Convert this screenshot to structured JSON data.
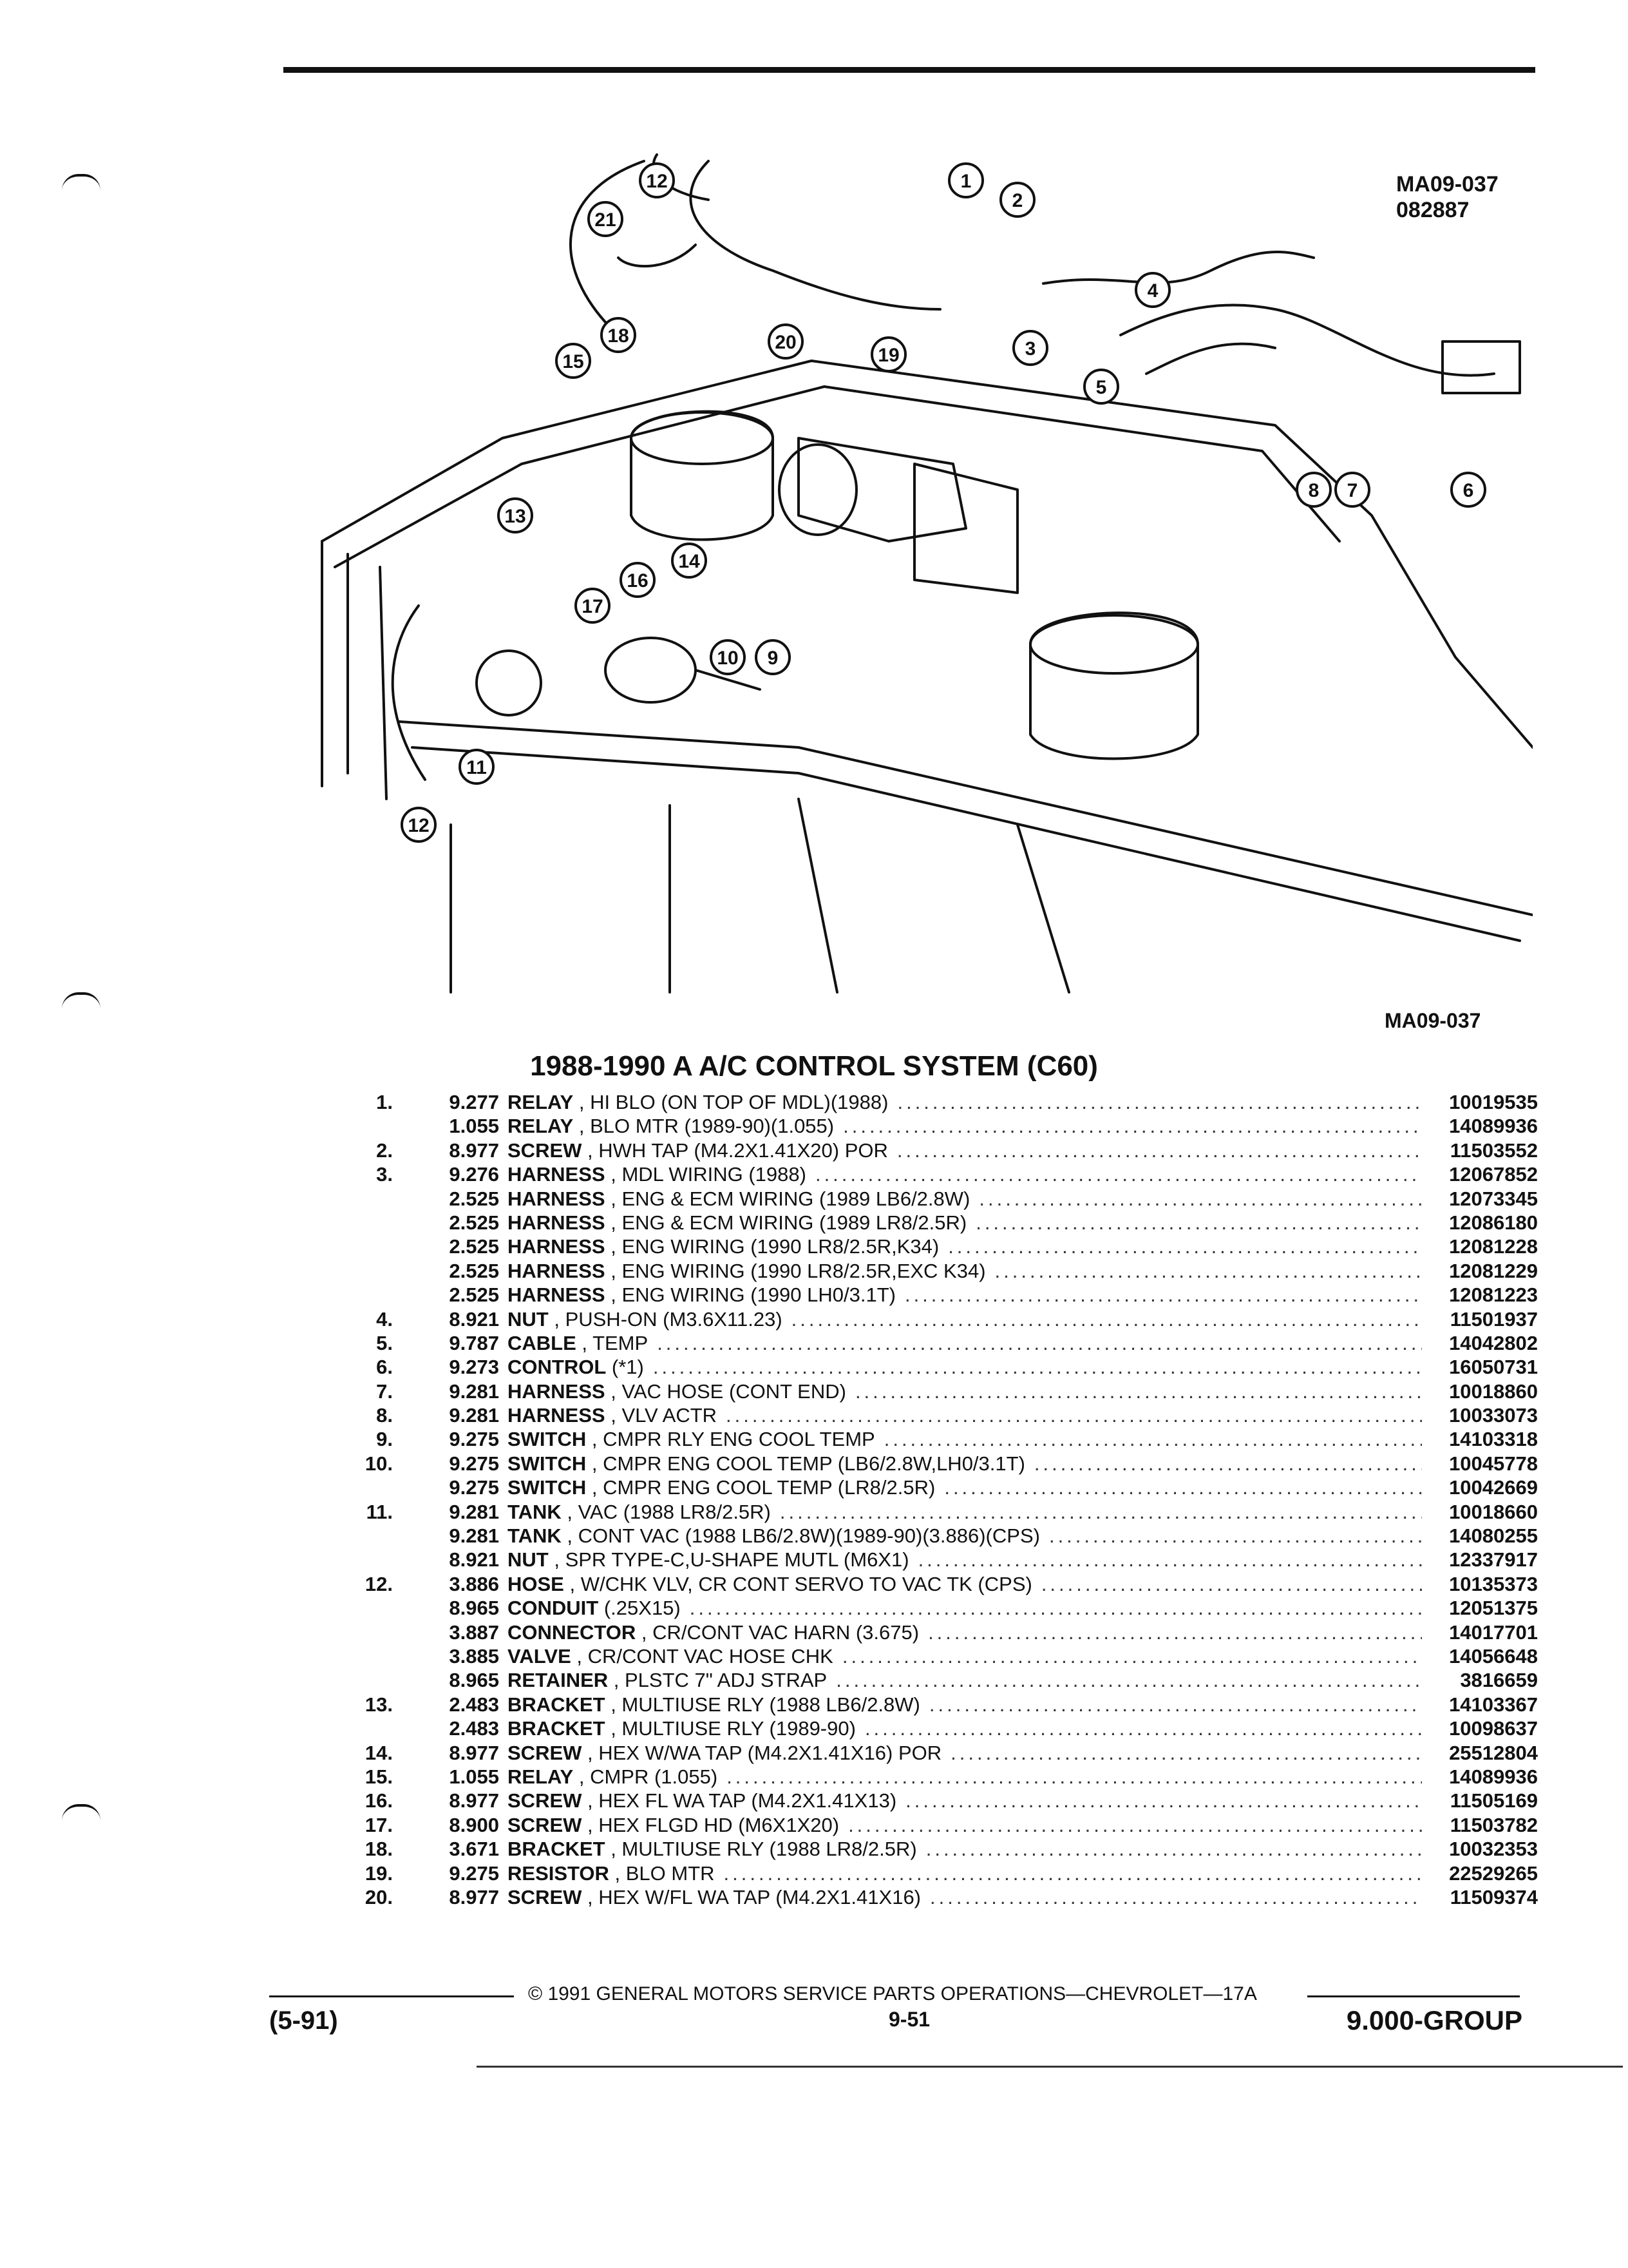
{
  "figure": {
    "id": "MA09-037",
    "date_code": "082887",
    "caption": "MA09-037",
    "callouts": [
      "1",
      "2",
      "3",
      "4",
      "5",
      "6",
      "7",
      "8",
      "9",
      "10",
      "11",
      "12",
      "12",
      "13",
      "14",
      "15",
      "16",
      "17",
      "18",
      "19",
      "20",
      "21"
    ]
  },
  "title": "1988-1990 A A/C CONTROL SYSTEM (C60)",
  "parts": [
    {
      "item": "1.",
      "group": "9.277",
      "name": "RELAY",
      "desc": ", HI BLO (ON TOP OF MDL)(1988)",
      "part_no": "10019535"
    },
    {
      "item": "",
      "group": "1.055",
      "name": "RELAY",
      "desc": ", BLO MTR (1989-90)(1.055)",
      "part_no": "14089936"
    },
    {
      "item": "2.",
      "group": "8.977",
      "name": "SCREW",
      "desc": ", HWH TAP (M4.2X1.41X20) POR",
      "part_no": "11503552"
    },
    {
      "item": "3.",
      "group": "9.276",
      "name": "HARNESS",
      "desc": ", MDL WIRING (1988)",
      "part_no": "12067852"
    },
    {
      "item": "",
      "group": "2.525",
      "name": "HARNESS",
      "desc": ", ENG & ECM WIRING (1989 LB6/2.8W)",
      "part_no": "12073345"
    },
    {
      "item": "",
      "group": "2.525",
      "name": "HARNESS",
      "desc": ", ENG & ECM WIRING (1989 LR8/2.5R)",
      "part_no": "12086180"
    },
    {
      "item": "",
      "group": "2.525",
      "name": "HARNESS",
      "desc": ", ENG WIRING (1990 LR8/2.5R,K34)",
      "part_no": "12081228"
    },
    {
      "item": "",
      "group": "2.525",
      "name": "HARNESS",
      "desc": ", ENG WIRING (1990 LR8/2.5R,EXC K34)",
      "part_no": "12081229"
    },
    {
      "item": "",
      "group": "2.525",
      "name": "HARNESS",
      "desc": ", ENG WIRING (1990 LH0/3.1T)",
      "part_no": "12081223"
    },
    {
      "item": "4.",
      "group": "8.921",
      "name": "NUT",
      "desc": ", PUSH-ON (M3.6X11.23)",
      "part_no": "11501937"
    },
    {
      "item": "5.",
      "group": "9.787",
      "name": "CABLE",
      "desc": ", TEMP",
      "part_no": "14042802"
    },
    {
      "item": "6.",
      "group": "9.273",
      "name": "CONTROL",
      "desc": "(*1)",
      "part_no": "16050731"
    },
    {
      "item": "7.",
      "group": "9.281",
      "name": "HARNESS",
      "desc": ", VAC HOSE (CONT END)",
      "part_no": "10018860"
    },
    {
      "item": "8.",
      "group": "9.281",
      "name": "HARNESS",
      "desc": ", VLV ACTR",
      "part_no": "10033073"
    },
    {
      "item": "9.",
      "group": "9.275",
      "name": "SWITCH",
      "desc": ", CMPR RLY ENG COOL TEMP",
      "part_no": "14103318"
    },
    {
      "item": "10.",
      "group": "9.275",
      "name": "SWITCH",
      "desc": ", CMPR ENG COOL TEMP (LB6/2.8W,LH0/3.1T)",
      "part_no": "10045778"
    },
    {
      "item": "",
      "group": "9.275",
      "name": "SWITCH",
      "desc": ", CMPR ENG COOL TEMP (LR8/2.5R)",
      "part_no": "10042669"
    },
    {
      "item": "11.",
      "group": "9.281",
      "name": "TANK",
      "desc": ", VAC (1988 LR8/2.5R)",
      "part_no": "10018660"
    },
    {
      "item": "",
      "group": "9.281",
      "name": "TANK",
      "desc": ", CONT VAC (1988 LB6/2.8W)(1989-90)(3.886)(CPS)",
      "part_no": "14080255"
    },
    {
      "item": "",
      "group": "8.921",
      "name": "NUT",
      "desc": ", SPR TYPE-C,U-SHAPE MUTL (M6X1)",
      "part_no": "12337917"
    },
    {
      "item": "12.",
      "group": "3.886",
      "name": "HOSE",
      "desc": ", W/CHK VLV, CR CONT SERVO TO VAC TK (CPS)",
      "part_no": "10135373"
    },
    {
      "item": "",
      "group": "8.965",
      "name": "CONDUIT",
      "desc": "(.25X15)",
      "part_no": "12051375"
    },
    {
      "item": "",
      "group": "3.887",
      "name": "CONNECTOR",
      "desc": ", CR/CONT VAC HARN (3.675)",
      "part_no": "14017701"
    },
    {
      "item": "",
      "group": "3.885",
      "name": "VALVE",
      "desc": ", CR/CONT VAC HOSE CHK",
      "part_no": "14056648"
    },
    {
      "item": "",
      "group": "8.965",
      "name": "RETAINER",
      "desc": ", PLSTC 7\" ADJ STRAP",
      "part_no": "3816659"
    },
    {
      "item": "13.",
      "group": "2.483",
      "name": "BRACKET",
      "desc": ", MULTIUSE RLY (1988 LB6/2.8W)",
      "part_no": "14103367"
    },
    {
      "item": "",
      "group": "2.483",
      "name": "BRACKET",
      "desc": ", MULTIUSE RLY (1989-90)",
      "part_no": "10098637"
    },
    {
      "item": "14.",
      "group": "8.977",
      "name": "SCREW",
      "desc": ", HEX W/WA TAP (M4.2X1.41X16) POR",
      "part_no": "25512804"
    },
    {
      "item": "15.",
      "group": "1.055",
      "name": "RELAY",
      "desc": ", CMPR (1.055)",
      "part_no": "14089936"
    },
    {
      "item": "16.",
      "group": "8.977",
      "name": "SCREW",
      "desc": ", HEX FL WA TAP (M4.2X1.41X13)",
      "part_no": "11505169"
    },
    {
      "item": "17.",
      "group": "8.900",
      "name": "SCREW",
      "desc": ", HEX FLGD HD (M6X1X20)",
      "part_no": "11503782"
    },
    {
      "item": "18.",
      "group": "3.671",
      "name": "BRACKET",
      "desc": ", MULTIUSE RLY (1988 LR8/2.5R)",
      "part_no": "10032353"
    },
    {
      "item": "19.",
      "group": "9.275",
      "name": "RESISTOR",
      "desc": ", BLO MTR",
      "part_no": "22529265"
    },
    {
      "item": "20.",
      "group": "8.977",
      "name": "SCREW",
      "desc": ", HEX W/FL WA TAP (M4.2X1.41X16)",
      "part_no": "11509374"
    }
  ],
  "footer": {
    "copyright": "© 1991 GENERAL MOTORS SERVICE PARTS OPERATIONS—CHEVROLET—17A",
    "date": "(5-91)",
    "page": "9-51",
    "group": "9.000-GROUP"
  }
}
